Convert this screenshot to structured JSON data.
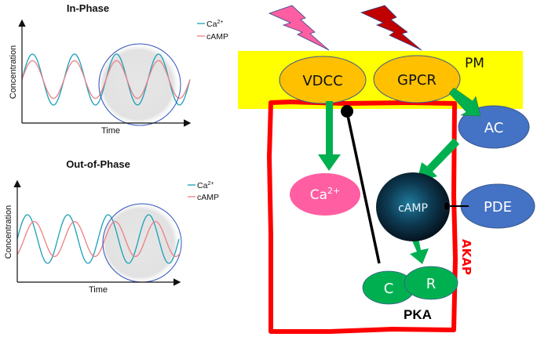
{
  "charts": [
    {
      "title": "In-Phase",
      "xlabel": "Time",
      "ylabel": "Concentration",
      "legend": [
        {
          "label": "Ca",
          "sup": "2+",
          "color": "#1aa0b8"
        },
        {
          "label": "cAMP",
          "sup": "",
          "color": "#ee7f84"
        }
      ],
      "highlight_note": "circled region",
      "phase_shift_fraction": 0
    },
    {
      "title": "Out-of-Phase",
      "xlabel": "Time",
      "ylabel": "Concentration",
      "legend": [
        {
          "label": "Ca",
          "sup": "2+",
          "color": "#1aa0b8"
        },
        {
          "label": "cAMP",
          "sup": "",
          "color": "#ee7f84"
        }
      ],
      "highlight_note": "circled region",
      "phase_shift_fraction": 0.17
    }
  ],
  "chart_data": [
    {
      "type": "line",
      "title": "In-Phase",
      "xlabel": "Time",
      "ylabel": "Concentration",
      "cycles": 4,
      "series": [
        {
          "name": "Ca2+",
          "shape": "sine",
          "amplitude": 1.0,
          "phase": 0
        },
        {
          "name": "cAMP",
          "shape": "sine",
          "amplitude": 0.74,
          "phase": 0
        }
      ],
      "legend": "top-right",
      "grid": false
    },
    {
      "type": "line",
      "title": "Out-of-Phase",
      "xlabel": "Time",
      "ylabel": "Concentration",
      "cycles": 4,
      "series": [
        {
          "name": "Ca2+",
          "shape": "sine",
          "amplitude": 1.0,
          "phase": 0
        },
        {
          "name": "cAMP",
          "shape": "sine",
          "amplitude": 0.72,
          "phase": 0.17
        }
      ],
      "legend": "top-right",
      "grid": false
    }
  ],
  "diagram": {
    "membrane_label": "PM",
    "scaffold_label": "AKAP",
    "nodes": {
      "vdcc": "VDCC",
      "gpcr": "GPCR",
      "ac": "AC",
      "ca": "Ca",
      "ca_sup": "2+",
      "camp": "cAMP",
      "pde": "PDE",
      "pka_c": "C",
      "pka_r": "R",
      "pka": "PKA"
    },
    "colors": {
      "membrane": "#ffff00",
      "receptor": "#ffc000",
      "enzyme": "#4472c4",
      "calcium": "#ff5fa2",
      "pka": "#00b050",
      "arrow": "#00b050",
      "akap": "#ff0000",
      "stimulus_1": "#ff5fa2",
      "stimulus_2": "#c00000"
    }
  }
}
